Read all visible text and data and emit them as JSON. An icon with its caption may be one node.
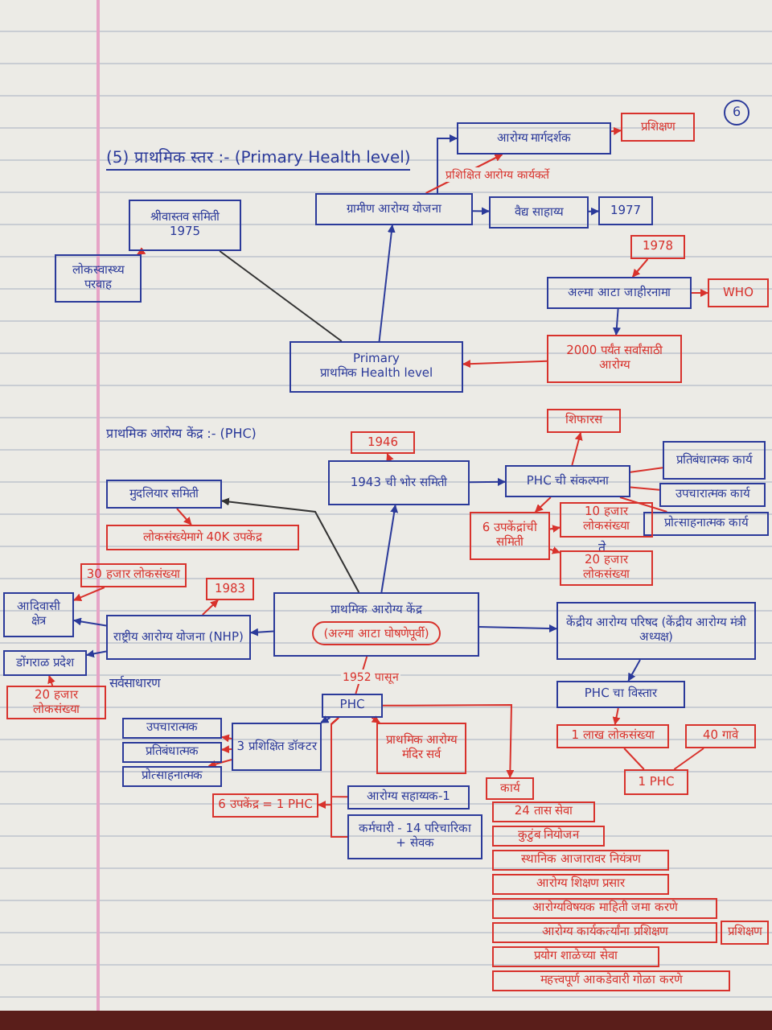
{
  "diagram": {
    "title": "(5) प्राथमिक स्तर :- (Primary Health level)",
    "nodes": [
      {
        "text": [
          "आरोग्य मार्गदर्शक"
        ]
      },
      {
        "text": [
          "प्रशिक्षण"
        ]
      },
      {
        "text": [
          "ग्रामीण आरोग्य योजना"
        ]
      },
      {
        "text": [
          "वैद्य साहाय्य"
        ]
      },
      {
        "text": [
          "1977"
        ]
      },
      {
        "text": [
          "श्रीवास्तव समिती 1975"
        ]
      },
      {
        "text": [
          "लोकस्वास्थ्य परवाह"
        ]
      },
      {
        "text": [
          "1978"
        ]
      },
      {
        "text": [
          "अल्मा आटा जाहीरनामा"
        ]
      },
      {
        "text": [
          "WHO"
        ]
      },
      {
        "text": [
          "2000 पर्यंत सर्वांसाठी आरोग्य"
        ]
      },
      {
        "text": [
          "Primary",
          "प्राथमिक Health level"
        ]
      },
      {
        "text": [
          "1946"
        ]
      },
      {
        "text": [
          "1943 ची भोर समिती"
        ]
      },
      {
        "text": [
          "शिफारस"
        ]
      },
      {
        "text": [
          "PHC ची संकल्पना"
        ]
      },
      {
        "text": [
          "प्रतिबंधात्मक कार्य"
        ]
      },
      {
        "text": [
          "उपचारात्मक कार्य"
        ]
      },
      {
        "text": [
          "प्रोत्साहनात्मक कार्य"
        ]
      },
      {
        "text": [
          "6 उपकेंद्रांची समिती"
        ]
      },
      {
        "text": [
          "10 हजार लोकसंख्या"
        ]
      },
      {
        "text": [
          "20 हजार लोकसंख्या"
        ]
      },
      {
        "text": [
          "मुदलियार समिती"
        ]
      },
      {
        "text": [
          "लोकसंख्येमागे 40K उपकेंद्र"
        ]
      },
      {
        "text": [
          "30 हजार लोकसंख्या"
        ]
      },
      {
        "text": [
          "1983"
        ]
      },
      {
        "text": [
          "आदिवासी क्षेत्र"
        ]
      },
      {
        "text": [
          "राष्ट्रीय आरोग्य योजना (NHP)"
        ]
      },
      {
        "text": [
          "डोंगराळ प्रदेश"
        ]
      },
      {
        "text": [
          "20 हजार लोकसंख्या"
        ]
      },
      {
        "text": [
          "प्राथमिक आरोग्य केंद्र",
          "(अल्मा आटा घोषणेपूर्वी)"
        ]
      },
      {
        "text": [
          "केंद्रीय आरोग्य परिषद (केंद्रीय आरोग्य मंत्री अध्यक्ष)"
        ]
      },
      {
        "text": [
          "PHC चा विस्तार"
        ]
      },
      {
        "text": [
          "1 लाख लोकसंख्या"
        ]
      },
      {
        "text": [
          "40 गावे"
        ]
      },
      {
        "text": [
          "1 PHC"
        ]
      },
      {
        "text": [
          "PHC"
        ]
      },
      {
        "text": [
          "उपचारात्मक"
        ]
      },
      {
        "text": [
          "प्रतिबंधात्मक"
        ]
      },
      {
        "text": [
          "प्रोत्साहनात्मक"
        ]
      },
      {
        "text": [
          "3 प्रशिक्षित डॉक्टर"
        ]
      },
      {
        "text": [
          "प्राथमिक आरोग्य मंदिर सर्व"
        ]
      },
      {
        "text": [
          "6 उपकेंद्र = 1 PHC"
        ]
      },
      {
        "text": [
          "आरोग्य सहाय्यक-1"
        ]
      },
      {
        "text": [
          "कर्मचारी - 14 परिचारिका + सेवक"
        ]
      },
      {
        "text": [
          "कार्य"
        ]
      },
      {
        "text": [
          "24 तास सेवा"
        ]
      },
      {
        "text": [
          "कुटुंब नियोजन"
        ]
      },
      {
        "text": [
          "स्थानिक आजारावर नियंत्रण"
        ]
      },
      {
        "text": [
          "आरोग्य शिक्षण प्रसार"
        ]
      },
      {
        "text": [
          "आरोग्यविषयक माहिती जमा करणे"
        ]
      },
      {
        "text": [
          "आरोग्य कार्यकर्त्यांना प्रशिक्षण"
        ]
      },
      {
        "text": [
          "प्रशिक्षण"
        ]
      },
      {
        "text": [
          "प्रयोग शाळेच्या सेवा"
        ]
      },
      {
        "text": [
          "महत्त्वपूर्ण आकडेवारी गोळा करणे"
        ]
      }
    ],
    "edges": [
      {
        "from": 0,
        "to": 1,
        "arrow": "to"
      },
      {
        "from": 2,
        "to": 0,
        "arrow": "to",
        "color": "#2b3a9a"
      },
      {
        "from": 2,
        "to": 0,
        "arrow": "to",
        "label": "प्रशिक्षित आरोग्य कार्यकर्ते"
      },
      {
        "from": 2,
        "to": 3,
        "arrow": "to",
        "color": "#2b3a9a"
      },
      {
        "from": 3,
        "to": 4,
        "arrow": "to",
        "color": "#2b3a9a"
      },
      {
        "from": 5,
        "to": 6,
        "arrow": "to"
      },
      {
        "from": 5,
        "to": 11,
        "arrow": "none",
        "color": "#333333"
      },
      {
        "from": 11,
        "to": 2,
        "arrow": "to",
        "color": "#2b3a9a"
      },
      {
        "from": 7,
        "to": 8,
        "arrow": "to"
      },
      {
        "from": 8,
        "to": 9,
        "arrow": "to"
      },
      {
        "from": 8,
        "to": 10,
        "arrow": "to",
        "color": "#2b3a9a"
      },
      {
        "from": 10,
        "to": 11,
        "arrow": "to"
      },
      {
        "from": 13,
        "to": 12,
        "arrow": "to"
      },
      {
        "from": 13,
        "to": 15,
        "arrow": "to",
        "color": "#2b3a9a"
      },
      {
        "from": 15,
        "to": 14,
        "arrow": "to"
      },
      {
        "from": 15,
        "to": 16,
        "arrow": "none"
      },
      {
        "from": 15,
        "to": 17,
        "arrow": "none"
      },
      {
        "from": 15,
        "to": 18,
        "arrow": "none"
      },
      {
        "from": 15,
        "to": 19,
        "arrow": "to"
      },
      {
        "from": 19,
        "to": 20,
        "arrow": "to"
      },
      {
        "from": 19,
        "to": 21,
        "arrow": "to"
      },
      {
        "from": 22,
        "to": 23,
        "arrow": "to"
      },
      {
        "from": 30,
        "to": 22,
        "arrow": "to",
        "color": "#333333"
      },
      {
        "from": 30,
        "to": 13,
        "arrow": "to",
        "color": "#2b3a9a"
      },
      {
        "from": 30,
        "to": 27,
        "arrow": "to",
        "color": "#2b3a9a"
      },
      {
        "from": 27,
        "to": 25,
        "arrow": "to"
      },
      {
        "from": 27,
        "to": 26,
        "arrow": "to",
        "color": "#2b3a9a"
      },
      {
        "from": 27,
        "to": 28,
        "arrow": "to",
        "color": "#2b3a9a"
      },
      {
        "from": 24,
        "to": 26,
        "arrow": "to"
      },
      {
        "from": 29,
        "to": 28,
        "arrow": "to"
      },
      {
        "from": 30,
        "to": 31,
        "arrow": "to",
        "color": "#2b3a9a"
      },
      {
        "from": 31,
        "to": 32,
        "arrow": "to",
        "color": "#2b3a9a"
      },
      {
        "from": 32,
        "to": 33,
        "arrow": "to"
      },
      {
        "from": 33,
        "to": 35,
        "arrow": "none"
      },
      {
        "from": 34,
        "to": 35,
        "arrow": "none"
      },
      {
        "from": 30,
        "to": 36,
        "arrow": "none",
        "label": "1952 पासून"
      },
      {
        "from": 36,
        "to": 40,
        "arrow": "to",
        "color": "#2b3a9a"
      },
      {
        "from": 40,
        "to": 37,
        "arrow": "to"
      },
      {
        "from": 40,
        "to": 38,
        "arrow": "to"
      },
      {
        "from": 40,
        "to": 39,
        "arrow": "to"
      },
      {
        "from": 36,
        "to": 41,
        "arrow": "to"
      },
      {
        "from": 36,
        "to": 42,
        "arrow": "to"
      },
      {
        "from": 36,
        "to": 43,
        "arrow": "none"
      },
      {
        "from": 36,
        "to": 44,
        "arrow": "none"
      },
      {
        "from": 36,
        "to": 45,
        "arrow": "to"
      }
    ],
    "labels": [
      "6",
      "प्राथमिक आरोग्य केंद्र :- (PHC)",
      "ते",
      "सर्वसाधारण"
    ]
  }
}
